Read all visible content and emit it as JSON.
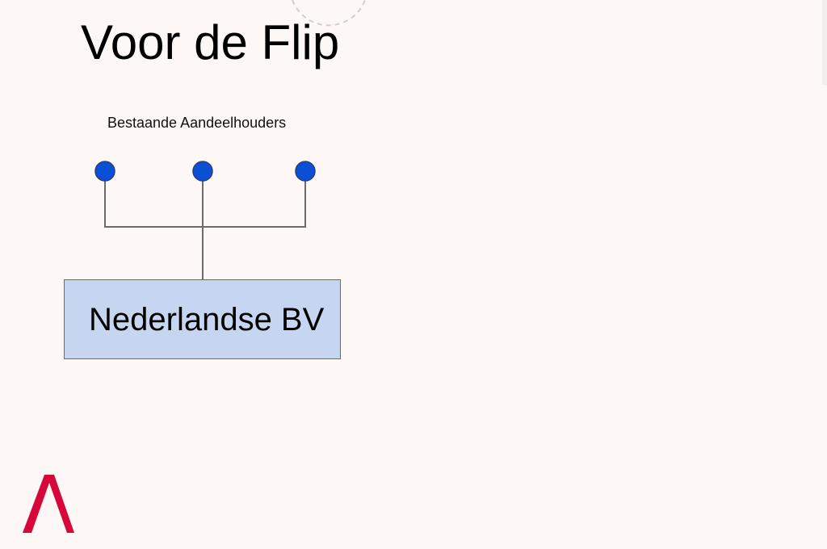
{
  "slide": {
    "title": "Voor de Flip",
    "shareholders_label": "Bestaande Aandeelhouders",
    "shareholders": [
      {
        "id": "shareholder-1"
      },
      {
        "id": "shareholder-2"
      },
      {
        "id": "shareholder-3"
      }
    ],
    "entity": {
      "label": "Nederlandse BV"
    }
  },
  "colors": {
    "background": "#fdf8f6",
    "node_fill": "#0b4fd6",
    "node_stroke": "#2a3f7a",
    "connector": "#6b6b6b",
    "entity_fill": "#c6d6f0",
    "logo": "#d6083b"
  }
}
